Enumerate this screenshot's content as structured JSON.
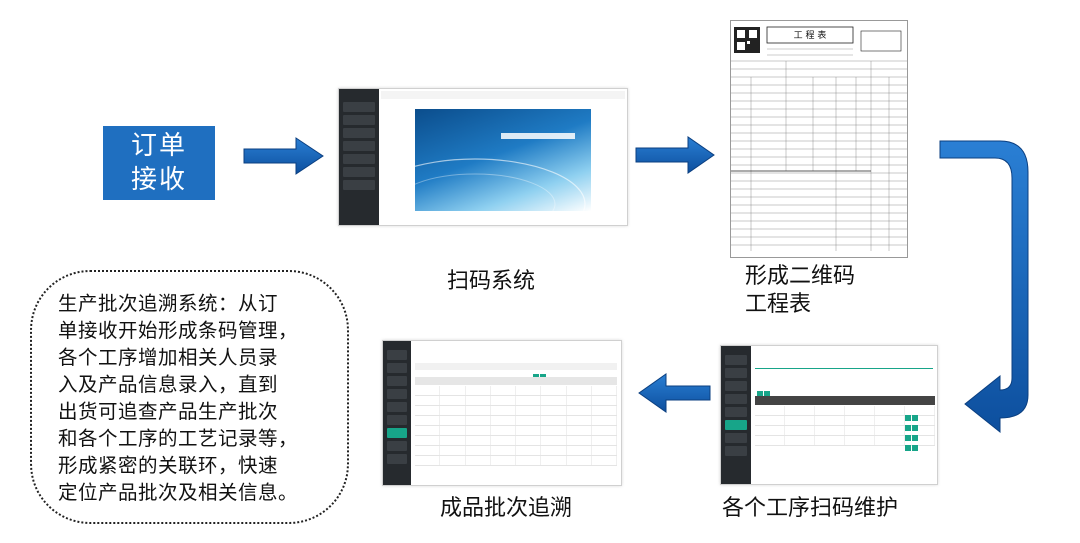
{
  "order_box": {
    "line1": "订单",
    "line2": "接收"
  },
  "captions": {
    "scan_system": "扫码系统",
    "qr_sheet_line1": "形成二维码",
    "qr_sheet_line2": "工程表",
    "process_scan": "各个工序扫码维护",
    "batch_trace": "成品批次追溯"
  },
  "callout": {
    "lines": [
      "生产批次追溯系统：从订",
      "单接收开始形成条码管理，",
      "各个工序增加相关人员录",
      "入及产品信息录入，直到",
      "出货可追查产品生产批次",
      "和各个工序的工艺记录等，",
      "形成紧密的关联环，快速",
      "定位产品批次及相关信息。"
    ]
  },
  "sheet": {
    "title": "工  程  表"
  },
  "colors": {
    "order_box": "#1f6fc0",
    "arrow": "#1565c0",
    "teal": "#17a589"
  }
}
